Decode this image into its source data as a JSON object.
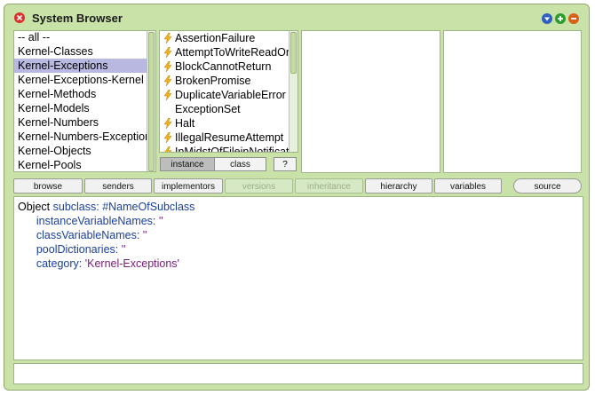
{
  "window": {
    "title": "System Browser"
  },
  "titlebar_buttons": [
    {
      "name": "collapse-icon",
      "color": "#2f5fc0"
    },
    {
      "name": "expand-icon",
      "color": "#2f9a2f"
    },
    {
      "name": "minimize-icon",
      "color": "#d8601a"
    }
  ],
  "close_color": "#d9302c",
  "categories": {
    "items": [
      "-- all --",
      "Kernel-Classes",
      "Kernel-Exceptions",
      "Kernel-Exceptions-Kernel",
      "Kernel-Methods",
      "Kernel-Models",
      "Kernel-Numbers",
      "Kernel-Numbers-Exceptions",
      "Kernel-Objects",
      "Kernel-Pools"
    ],
    "selected_index": 2
  },
  "classes": {
    "items": [
      {
        "label": "AssertionFailure",
        "icon": "exception-bolt-icon"
      },
      {
        "label": "AttemptToWriteReadOnly",
        "icon": "exception-bolt-icon"
      },
      {
        "label": "BlockCannotReturn",
        "icon": "exception-bolt-icon"
      },
      {
        "label": "BrokenPromise",
        "icon": "exception-bolt-icon"
      },
      {
        "label": "DuplicateVariableError",
        "icon": "exception-bolt-icon"
      },
      {
        "label": "ExceptionSet",
        "icon": ""
      },
      {
        "label": "Halt",
        "icon": "exception-bolt-icon"
      },
      {
        "label": "IllegalResumeAttempt",
        "icon": "exception-bolt-icon"
      },
      {
        "label": "InMidstOfFileinNotification",
        "icon": "exception-bolt-icon"
      }
    ]
  },
  "class_toggle": {
    "instance": "instance",
    "class": "class",
    "help": "?"
  },
  "toolbar": {
    "browse": "browse",
    "senders": "senders",
    "implementors": "implementors",
    "versions": "versions",
    "inheritance": "inheritance",
    "hierarchy": "hierarchy",
    "variables": "variables",
    "source": "source"
  },
  "code": {
    "l1a": "Object",
    "l1b": " subclass: ",
    "l1c": "#NameOfSubclass",
    "l2a": "instanceVariableNames: ",
    "l2b": "''",
    "l3a": "classVariableNames: ",
    "l3b": "''",
    "l4a": "poolDictionaries: ",
    "l4b": "''",
    "l5a": "category: ",
    "l5b": "'Kernel-Exceptions'"
  }
}
